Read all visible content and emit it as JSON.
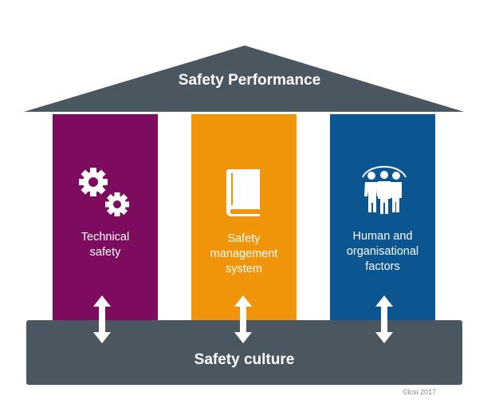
{
  "roof": {
    "title": "Safety Performance"
  },
  "pillars": [
    {
      "label": "Technical\nsafety",
      "icon": "gears-icon",
      "color": "#7d0c5e"
    },
    {
      "label": "Safety\nmanagement\nsystem",
      "icon": "book-icon",
      "color": "#f0940a"
    },
    {
      "label": "Human and\norganisational\nfactors",
      "icon": "people-icon",
      "color": "#0b5590"
    }
  ],
  "foundation": {
    "title": "Safety culture"
  },
  "copyright": "©lcsi 2017",
  "colors": {
    "structure": "#4a5761"
  }
}
